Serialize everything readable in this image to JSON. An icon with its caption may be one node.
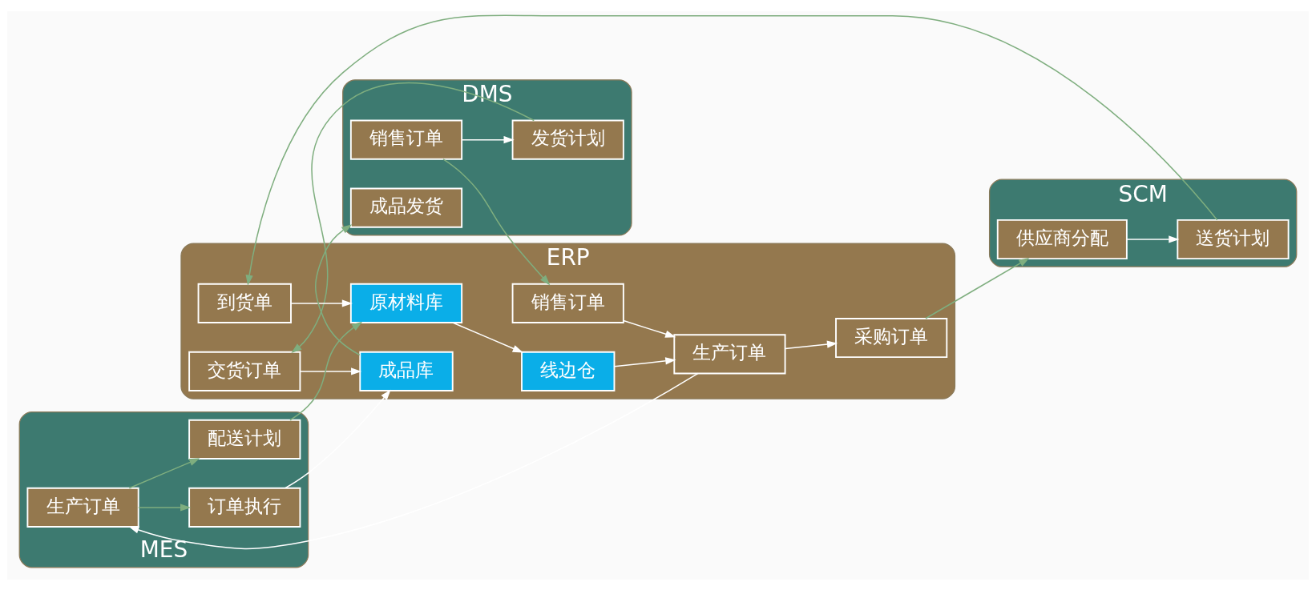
{
  "diagram": {
    "nodes": [
      {
        "text": [
          "DMS"
        ]
      },
      {
        "text": [
          "销售订单"
        ],
        "in": 0
      },
      {
        "text": [
          "发货计划"
        ],
        "in": 0
      },
      {
        "text": [
          "成品发货"
        ],
        "in": 0
      },
      {
        "text": [
          "ERP"
        ]
      },
      {
        "text": [
          "销售订单"
        ],
        "in": 4
      },
      {
        "text": [
          "生产订单"
        ],
        "in": 4
      },
      {
        "text": [
          "采购订单"
        ],
        "in": 4
      },
      {
        "text": [
          "交货订单"
        ],
        "in": 4
      },
      {
        "text": [
          "到货单"
        ],
        "in": 4
      },
      {
        "text": [
          "线边仓"
        ],
        "in": 4
      },
      {
        "text": [
          "成品库"
        ],
        "in": 4
      },
      {
        "text": [
          "原材料库"
        ],
        "in": 4
      },
      {
        "text": [
          "SCM"
        ]
      },
      {
        "text": [
          "供应商分配"
        ],
        "in": 13
      },
      {
        "text": [
          "送货计划"
        ],
        "in": 13
      },
      {
        "text": [
          "MES"
        ]
      },
      {
        "text": [
          "订单执行"
        ],
        "in": 16
      },
      {
        "text": [
          "生产订单"
        ],
        "in": 16
      },
      {
        "text": [
          "配送计划"
        ],
        "in": 16
      }
    ],
    "edges": [
      {
        "from": 1,
        "to": 5,
        "arrow": "to",
        "color": "#7fae7f"
      },
      {
        "from": 1,
        "to": 2,
        "arrow": "to"
      },
      {
        "from": 2,
        "to": 8,
        "arrow": "to",
        "color": "#7fae7f"
      },
      {
        "from": 5,
        "to": 6,
        "arrow": "to"
      },
      {
        "from": 6,
        "to": 7,
        "arrow": "to"
      },
      {
        "from": 7,
        "to": 14,
        "arrow": "to",
        "color": "#7fae7f"
      },
      {
        "from": 14,
        "to": 15,
        "arrow": "to"
      },
      {
        "from": 15,
        "to": 9,
        "arrow": "to",
        "color": "#7fae7f"
      },
      {
        "from": 8,
        "to": 11,
        "arrow": "to"
      },
      {
        "from": 11,
        "to": 3,
        "arrow": "to",
        "color": "#7fae7f"
      },
      {
        "from": 9,
        "to": 12,
        "arrow": "to"
      },
      {
        "from": 12,
        "to": 10,
        "arrow": "to"
      },
      {
        "from": 10,
        "to": 6,
        "arrow": "to"
      },
      {
        "from": 6,
        "to": 18,
        "arrow": "to"
      },
      {
        "from": 18,
        "to": 17,
        "arrow": "to",
        "color": "#7fae7f"
      },
      {
        "from": 18,
        "to": 19,
        "arrow": "to",
        "color": "#7fae7f"
      },
      {
        "from": 17,
        "to": 11,
        "arrow": "to"
      },
      {
        "from": 19,
        "to": 12,
        "arrow": "to",
        "color": "#7fae7f"
      }
    ]
  }
}
